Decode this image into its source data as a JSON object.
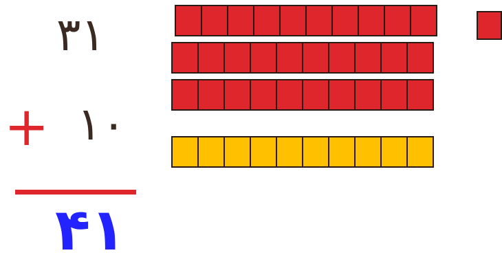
{
  "problem": {
    "addend1": "۳۱",
    "operator": "+",
    "addend2": "۱۰",
    "sum": "۴۱"
  },
  "blocks": {
    "red_ten_rods": 3,
    "yellow_ten_rods": 1,
    "red_unit_cubes": 1,
    "cells_per_rod": 10
  },
  "colors": {
    "red_block": "#e0262d",
    "yellow_block": "#ffc000",
    "operator": "#e0262d",
    "digits": "#3b2a22",
    "sum": "#2323ff"
  }
}
